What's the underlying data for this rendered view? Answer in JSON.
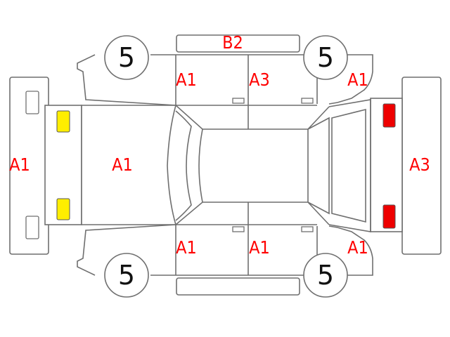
{
  "colors": {
    "code_text": "#ff0000",
    "outline": "#6f6f6f",
    "wheel_number": "#111111",
    "front_lamp": "#ffee00",
    "rear_lamp": "#ee0000"
  },
  "wheels": {
    "front_left": "5",
    "rear_left": "5",
    "front_right": "5",
    "rear_right": "5"
  },
  "codes": {
    "roof_rail_top": "B2",
    "front_door_top": "A1",
    "rear_door_top": "A3",
    "rear_quarter_top": "A1",
    "front_bumper": "A1",
    "hood": "A1",
    "rear_bumper": "A3",
    "front_door_bottom": "A1",
    "rear_door_bottom": "A1",
    "rear_quarter_bottom": "A1"
  },
  "lamps": {
    "front_top": "yellow",
    "front_bottom": "yellow",
    "rear_top": "red",
    "rear_bottom": "red"
  }
}
